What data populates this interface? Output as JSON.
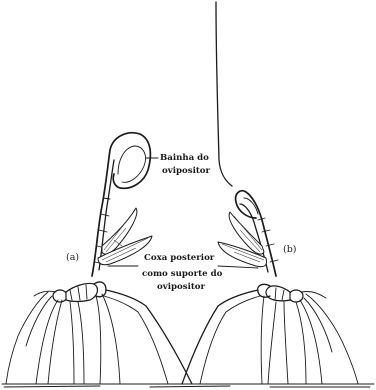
{
  "figure": {
    "label_sheath_line1": "Bainha do",
    "label_sheath_line2": "ovipositor",
    "label_a": "(a)",
    "label_b": "(b)",
    "label_coxa_line1": "Coxa posterior",
    "label_coxa_line2": "como suporte do",
    "label_coxa_line3": "ovipositor"
  }
}
